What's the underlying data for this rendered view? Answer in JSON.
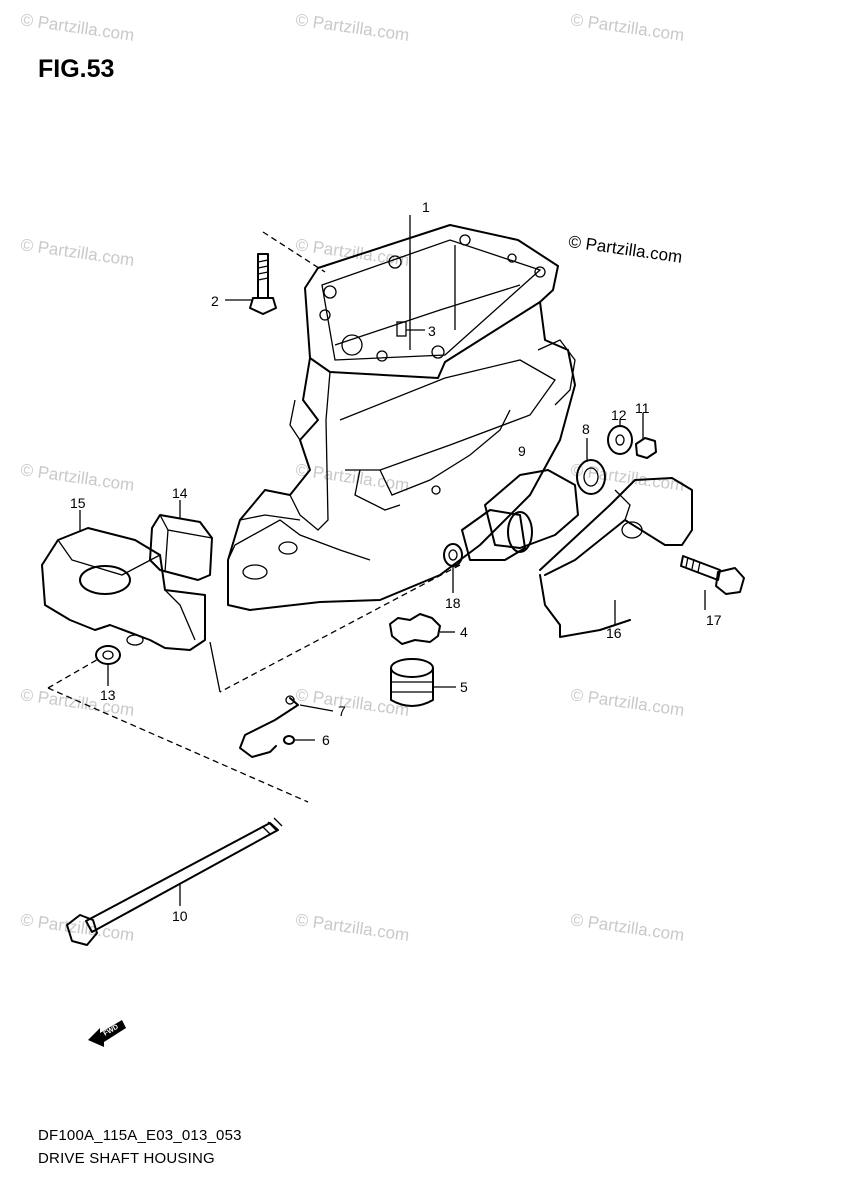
{
  "figure": {
    "title": "FIG.53"
  },
  "watermark": {
    "text": "© Partzilla.com",
    "color": "#c9c9c9"
  },
  "copyright": "© Partzilla.com",
  "footer": {
    "diagram_code": "DF100A_115A_E03_013_053",
    "section_name": "DRIVE SHAFT HOUSING"
  },
  "callouts": [
    "1",
    "2",
    "3",
    "4",
    "5",
    "6",
    "7",
    "7",
    "8",
    "9",
    "10",
    "11",
    "12",
    "13",
    "14",
    "15",
    "16",
    "17",
    "18"
  ],
  "icons": {
    "forward_arrow": "fwd-arrow-icon"
  }
}
